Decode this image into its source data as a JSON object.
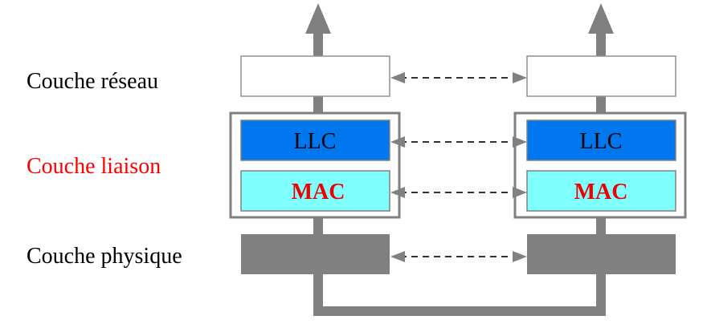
{
  "layers": {
    "network": {
      "label": "Couche réseau"
    },
    "link": {
      "label": "Couche liaison"
    },
    "physical": {
      "label": "Couche physique"
    }
  },
  "sublayers": {
    "llc": {
      "label": "LLC"
    },
    "mac": {
      "label": "MAC"
    }
  },
  "colors": {
    "stack_gray": "#808080",
    "llc_fill": "#0077ee",
    "mac_fill": "#80ffff",
    "link_label": "#ff0000",
    "mac_text": "#ee0000",
    "text": "#000000"
  }
}
